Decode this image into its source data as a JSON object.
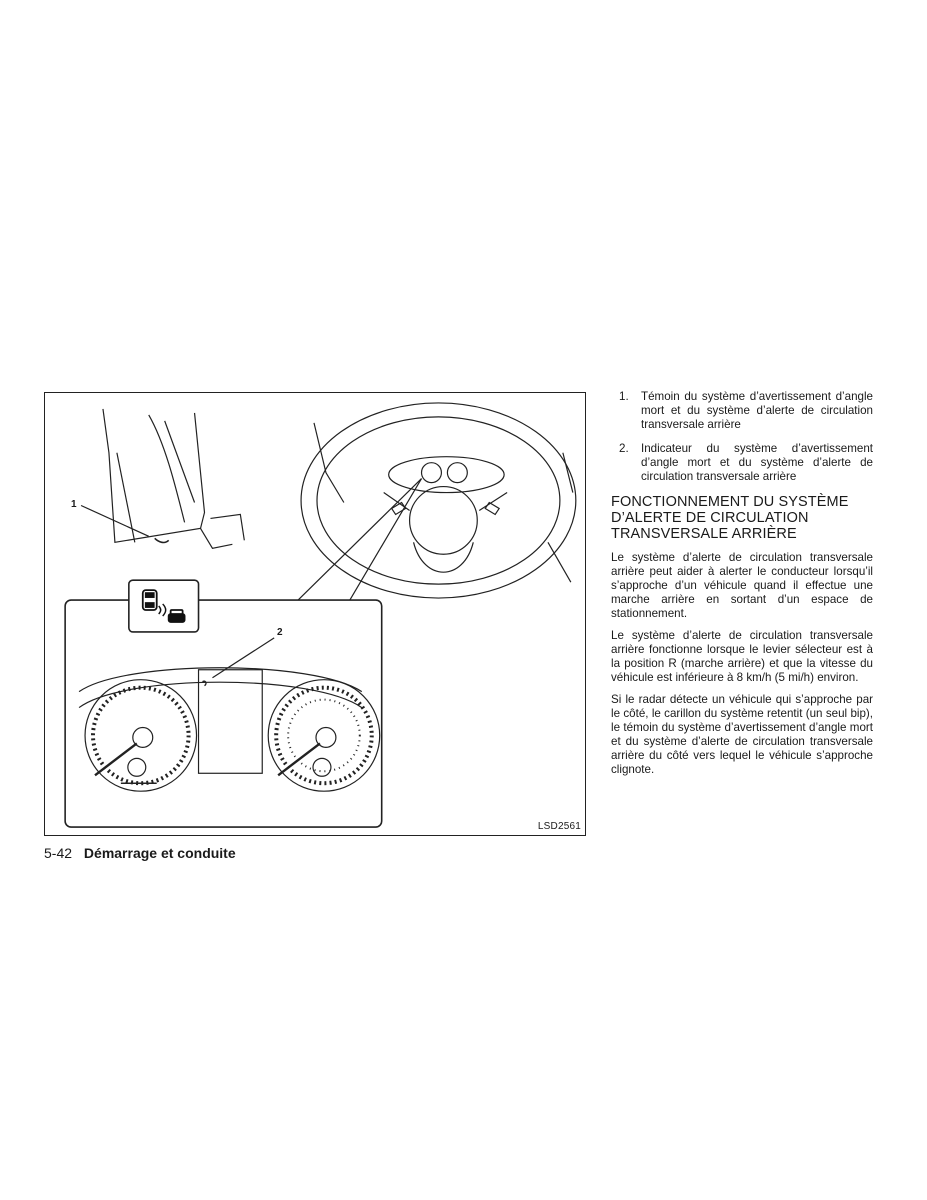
{
  "figure": {
    "code": "LSD2561",
    "callouts": [
      "1",
      "2"
    ]
  },
  "list_items": [
    {
      "num": "1.",
      "text": "Témoin du système d’avertissement d’angle mort et du système d’alerte de circulation transversale arrière"
    },
    {
      "num": "2.",
      "text": "Indicateur du système d’avertissement d’angle mort et du système d’alerte de circulation transversale arrière"
    }
  ],
  "heading": "FONCTIONNEMENT DU SYSTÈME\nD’ALERTE DE CIRCULATION\nTRANSVERSALE ARRIÈRE",
  "paragraphs": [
    "Le système d’alerte de circulation transversale arrière peut aider à alerter le conducteur lorsqu’il s’approche d’un véhicule quand il effectue une marche arrière en sortant d’un espace de stationnement.",
    "Le système d’alerte de circulation transversale arrière fonctionne lorsque le levier sélecteur est à la position R (marche arrière) et que la vitesse du véhicule est inférieure à 8 km/h (5 mi/h) environ.",
    "Si le radar détecte un véhicule qui s’approche par le côté, le carillon du système retentit (un seul bip), le témoin du système d’avertissement d’angle mort et du système d’alerte de circulation transversale arrière du côté vers lequel le véhicule s’approche clignote."
  ],
  "footer": {
    "page_number": "5-42",
    "section": "Démarrage et conduite"
  }
}
